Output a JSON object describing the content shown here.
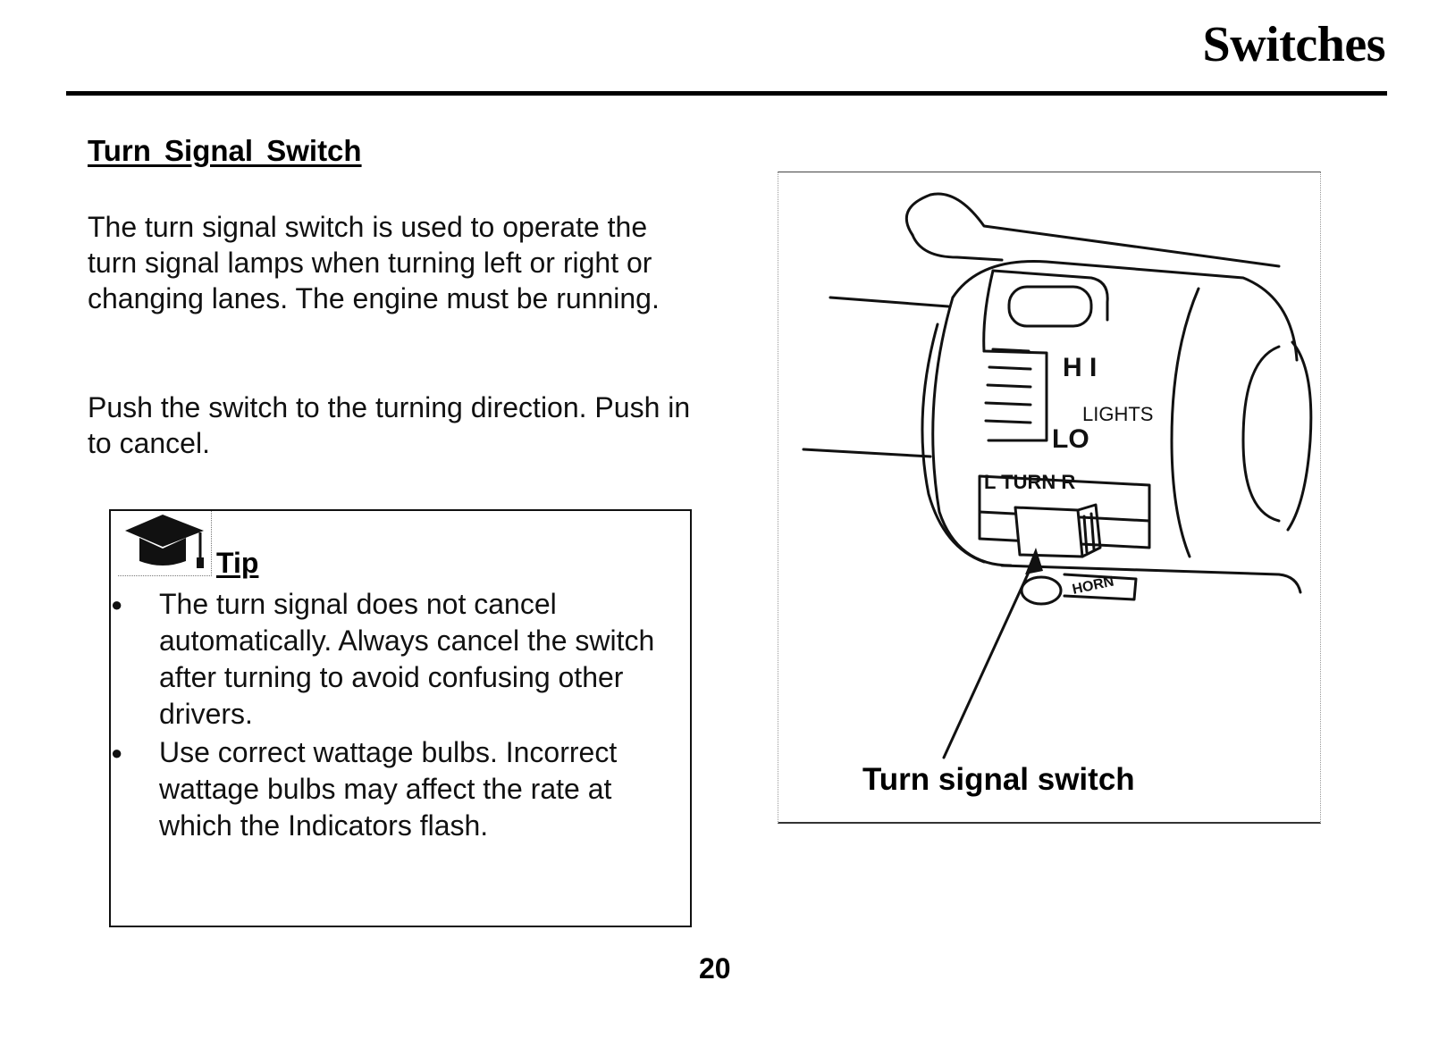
{
  "header": {
    "title": "Switches"
  },
  "section": {
    "heading": "Turn Signal Switch",
    "paragraphs": [
      "The turn signal switch is used to operate the turn signal lamps when turning left or right or changing lanes.  The engine must be running.",
      "Push the switch to the turning direction. Push in to cancel."
    ]
  },
  "tip": {
    "icon": "graduation-cap-icon",
    "label": "Tip",
    "items": [
      "The turn signal does not cancel automatically.  Always cancel the switch after turning to avoid confusing other drivers.",
      "Use correct wattage bulbs. Incorrect wattage bulbs may affect the rate at which the Indicators flash."
    ]
  },
  "figure": {
    "caption": "Turn signal switch",
    "labels": {
      "hi": "H I",
      "lights": "LIGHTS",
      "lo": "LO",
      "turn": "L TURN R",
      "horn": "HORN"
    }
  },
  "page_number": "20"
}
